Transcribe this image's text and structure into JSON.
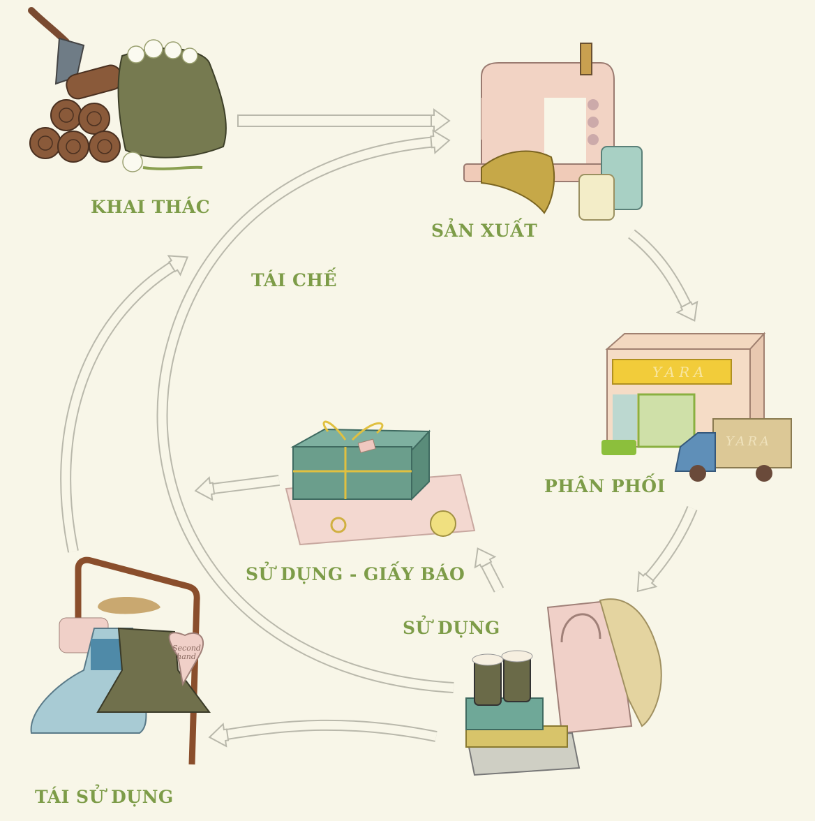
{
  "title": "Vòng đời sản phẩm thời trang",
  "stages": {
    "khai_thac": "KHAI THÁC",
    "san_xuat": "SẢN XUẤT",
    "phan_phoi": "PHÂN PHỐI",
    "tai_che": "TÁI CHẾ",
    "su_dung_giay_bao": "SỬ DỤNG - GIẤY BÁO",
    "su_dung": "SỬ DỤNG",
    "tai_su_dung": "TÁI SỬ DỤNG"
  },
  "illustration_text": {
    "store_brand": "YARA",
    "truck_brand": "YARA",
    "tag_line1": "Second",
    "tag_line2": "hand"
  },
  "colors": {
    "background": "#f8f6e8",
    "label": "#7d9c48",
    "arrow": "#b9b8ab"
  }
}
